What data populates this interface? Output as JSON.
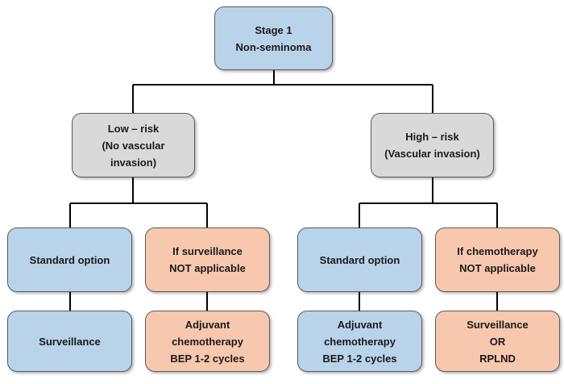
{
  "nodes": {
    "stage": {
      "lines": [
        "Stage 1",
        "Non-seminoma"
      ]
    },
    "low_risk": {
      "lines": [
        "Low – risk",
        "(No vascular",
        "invasion)"
      ]
    },
    "high_risk": {
      "lines": [
        "High – risk",
        "(Vascular invasion)"
      ]
    },
    "low_standard": {
      "lines": [
        "Standard option"
      ]
    },
    "low_alternative": {
      "lines": [
        "If surveillance",
        "NOT applicable"
      ]
    },
    "high_standard": {
      "lines": [
        "Standard option"
      ]
    },
    "high_alternative": {
      "lines": [
        "If chemotherapy",
        "NOT applicable"
      ]
    },
    "low_standard_outcome": {
      "lines": [
        "Surveillance"
      ]
    },
    "low_alternative_outcome": {
      "lines": [
        "Adjuvant",
        "chemotherapy",
        "BEP 1-2 cycles"
      ]
    },
    "high_standard_outcome": {
      "lines": [
        "Adjuvant",
        "chemotherapy",
        "BEP 1-2 cycles"
      ]
    },
    "high_alternative_outcome": {
      "lines": [
        "Surveillance",
        "OR",
        "RPLND"
      ]
    }
  },
  "colors": {
    "neutral_box": "#b9d3ea",
    "risk_box": "#d9d9d9",
    "alternative_box": "#f7c8ad",
    "border": "#5a5a5a",
    "connector": "#000000"
  }
}
